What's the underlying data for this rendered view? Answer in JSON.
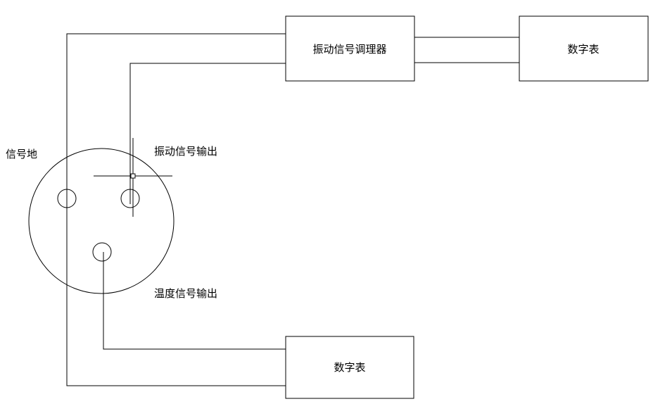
{
  "diagram": {
    "boxes": {
      "conditioner": {
        "label": "振动信号调理器"
      },
      "meter_top": {
        "label": "数字表"
      },
      "meter_bottom": {
        "label": "数字表"
      }
    },
    "labels": {
      "signal_ground": "信号地",
      "vibration_output": "振动信号输出",
      "temperature_output": "温度信号输出"
    },
    "colors": {
      "stroke": "#000000",
      "background": "#ffffff"
    }
  }
}
